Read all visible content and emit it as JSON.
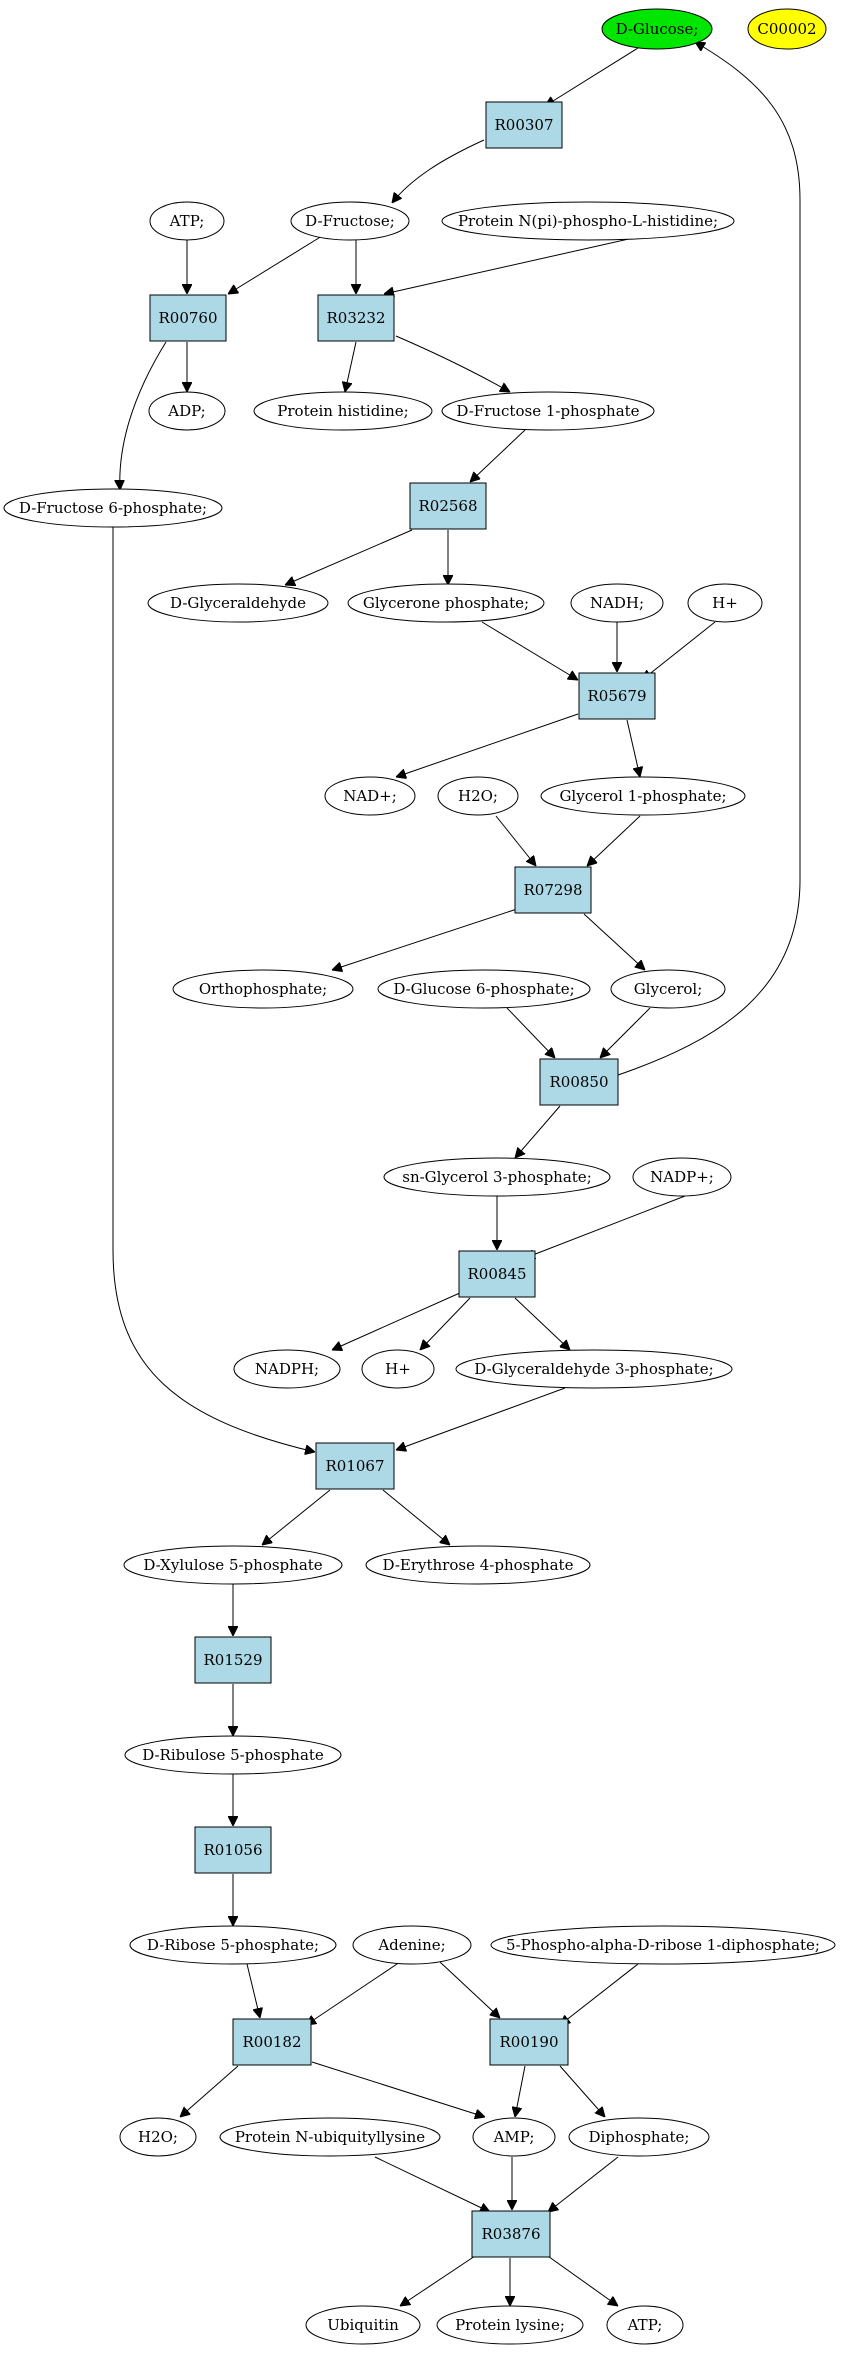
{
  "colors": {
    "reaction_fill": "#add8e6",
    "compound_fill": "#ffffff",
    "highlight_start": "#00e600",
    "highlight_other": "#ffff00"
  },
  "nodes": {
    "n1": "D-Glucose;",
    "n2": "C00002",
    "n3": "R00307",
    "n4": "ATP;",
    "n5": "D-Fructose;",
    "n6": "Protein N(pi)-phospho-L-histidine;",
    "n7": "R00760",
    "n8": "R03232",
    "n9": "ADP;",
    "n10": "Protein histidine;",
    "n11": "D-Fructose 1-phosphate",
    "n12": "D-Fructose 6-phosphate;",
    "n13": "R02568",
    "n14": "D-Glyceraldehyde",
    "n15": "Glycerone phosphate;",
    "n16": "NADH;",
    "n17": "H+",
    "n18": "R05679",
    "n19": "NAD+;",
    "n20": "H2O;",
    "n21": "Glycerol 1-phosphate;",
    "n22": "R07298",
    "n23": "Orthophosphate;",
    "n24": "D-Glucose 6-phosphate;",
    "n25": "Glycerol;",
    "n26": "R00850",
    "n27": "sn-Glycerol 3-phosphate;",
    "n28": "NADP+;",
    "n29": "R00845",
    "n30": "NADPH;",
    "n31": "H+",
    "n32": "D-Glyceraldehyde 3-phosphate;",
    "n33": "R01067",
    "n34": "D-Xylulose 5-phosphate",
    "n35": "D-Erythrose 4-phosphate",
    "n36": "R01529",
    "n37": "D-Ribulose 5-phosphate",
    "n38": "R01056",
    "n39": "D-Ribose 5-phosphate;",
    "n40": "Adenine;",
    "n41": "5-Phospho-alpha-D-ribose 1-diphosphate;",
    "n42": "R00182",
    "n43": "R00190",
    "n44": "H2O;",
    "n45": "Protein N-ubiquityllysine",
    "n46": "AMP;",
    "n47": "Diphosphate;",
    "n48": "R03876",
    "n49": "Ubiquitin",
    "n50": "Protein lysine;",
    "n51": "ATP;"
  }
}
